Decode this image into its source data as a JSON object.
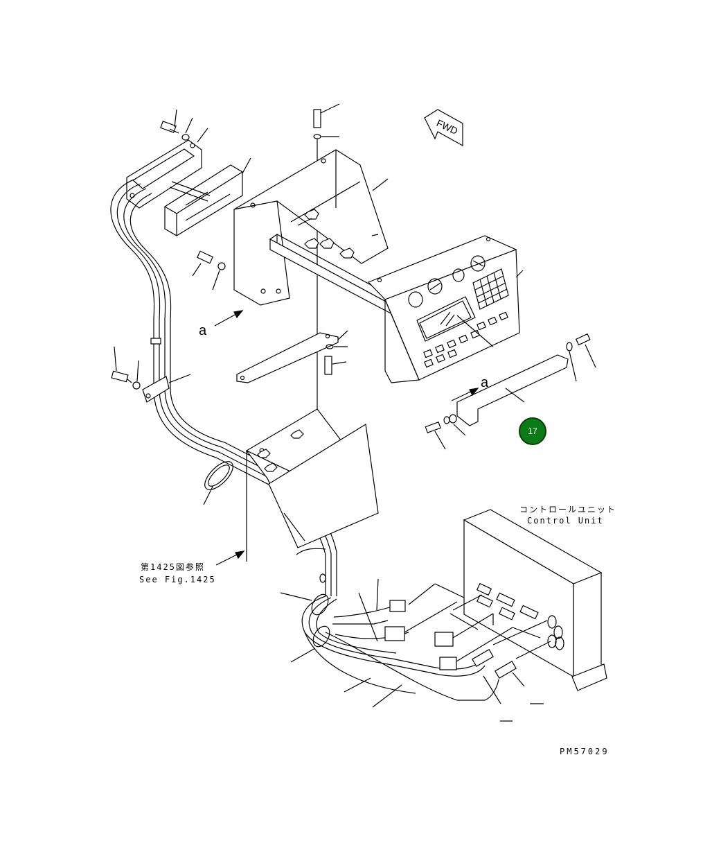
{
  "diagram": {
    "fwd_label": "FWD",
    "view_marker_a": "a",
    "view_marker_a2": "a",
    "control_unit_jp": "コントロールユニット",
    "control_unit_en": "Control Unit",
    "see_fig_jp": "第1425図参照",
    "see_fig_en": "See Fig.1425",
    "drawing_number": "PM57029",
    "part_badge": "17",
    "badge_color": "#0b7a17"
  }
}
